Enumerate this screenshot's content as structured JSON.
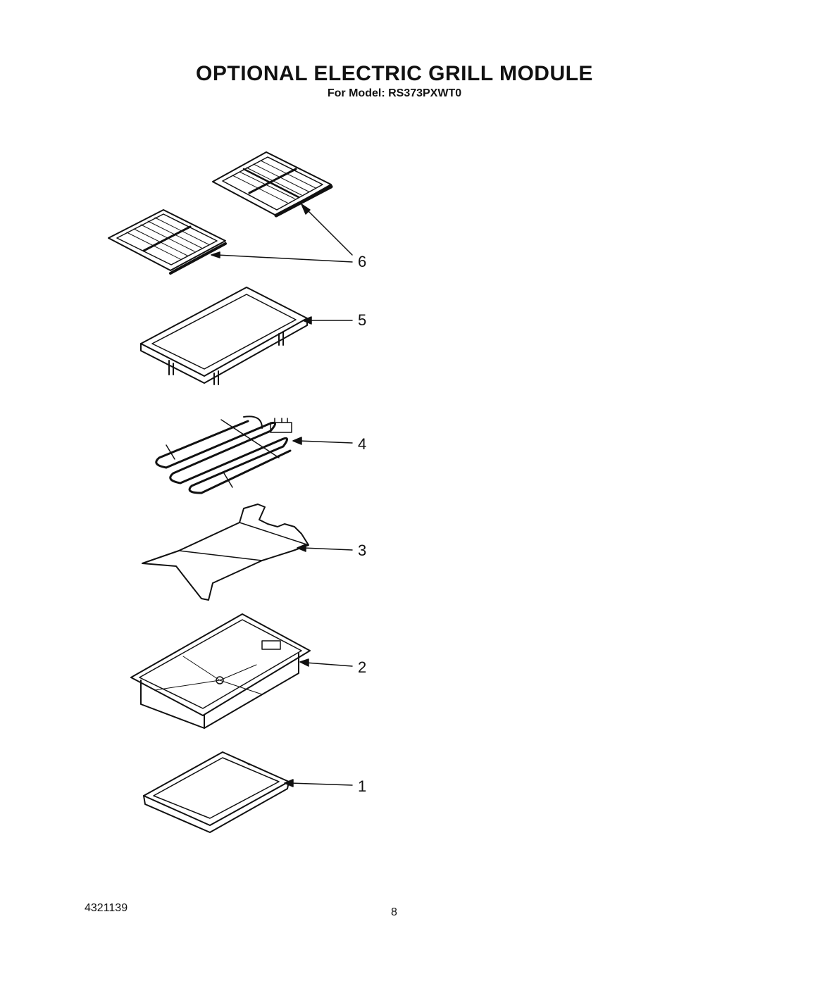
{
  "header": {
    "title": "OPTIONAL ELECTRIC GRILL MODULE",
    "subtitle": "For Model: RS373PXWT0"
  },
  "callouts": [
    "6",
    "5",
    "4",
    "3",
    "2",
    "1"
  ],
  "footer": {
    "doc_number": "4321139",
    "page_number": "8"
  }
}
